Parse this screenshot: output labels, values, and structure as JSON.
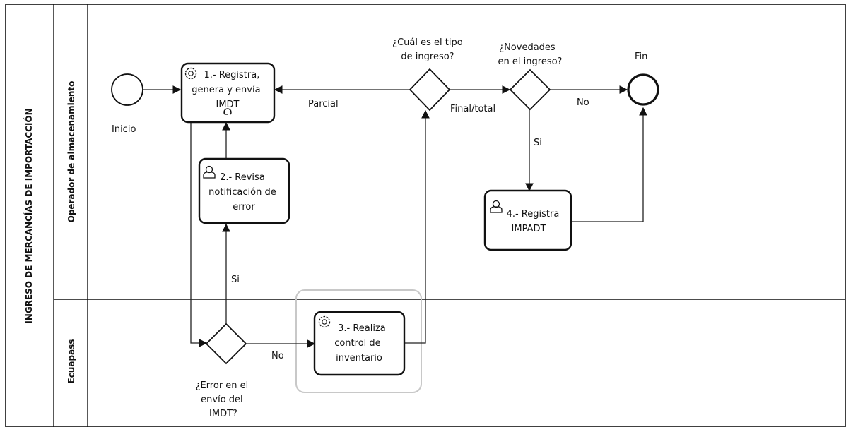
{
  "pool": {
    "title": "INGRESO DE MERCANCÍAS DE IMPORTACCIÓN"
  },
  "lanes": [
    {
      "label": "Operador de almacenamiento"
    },
    {
      "label": "Ecuapass"
    }
  ],
  "events": {
    "start": {
      "label": "Inicio"
    },
    "end": {
      "label": "Fin"
    }
  },
  "tasks": {
    "t1": {
      "lines": [
        "1.- Registra,",
        "genera y envía",
        "IMDT"
      ],
      "icon": "gear-icon",
      "marker": "loop-icon"
    },
    "t2": {
      "lines": [
        "2.- Revisa",
        "notificación de",
        "error"
      ],
      "icon": "user-icon"
    },
    "t3": {
      "lines": [
        "3.- Realiza",
        "control de",
        "inventario"
      ],
      "icon": "gear-icon"
    },
    "t4": {
      "lines": [
        "4.- Registra",
        "IMPADT"
      ],
      "icon": "user-icon"
    }
  },
  "gateways": {
    "g1": {
      "lines": [
        "¿Cuál es el  tipo",
        "de ingreso?"
      ]
    },
    "g2": {
      "lines": [
        "¿Novedades",
        "en el ingreso?"
      ]
    },
    "g3": {
      "lines": [
        "¿Error en el",
        "envío del",
        "IMDT?"
      ]
    }
  },
  "flow_labels": {
    "parcial": "Parcial",
    "final_total": "Final/total",
    "no_fin": "No",
    "si_registra": "Si",
    "si_revisa": "Si",
    "no_control": "No"
  },
  "colors": {
    "line": "#222222",
    "border": "#111111",
    "highlight": "#c8c8c8"
  }
}
